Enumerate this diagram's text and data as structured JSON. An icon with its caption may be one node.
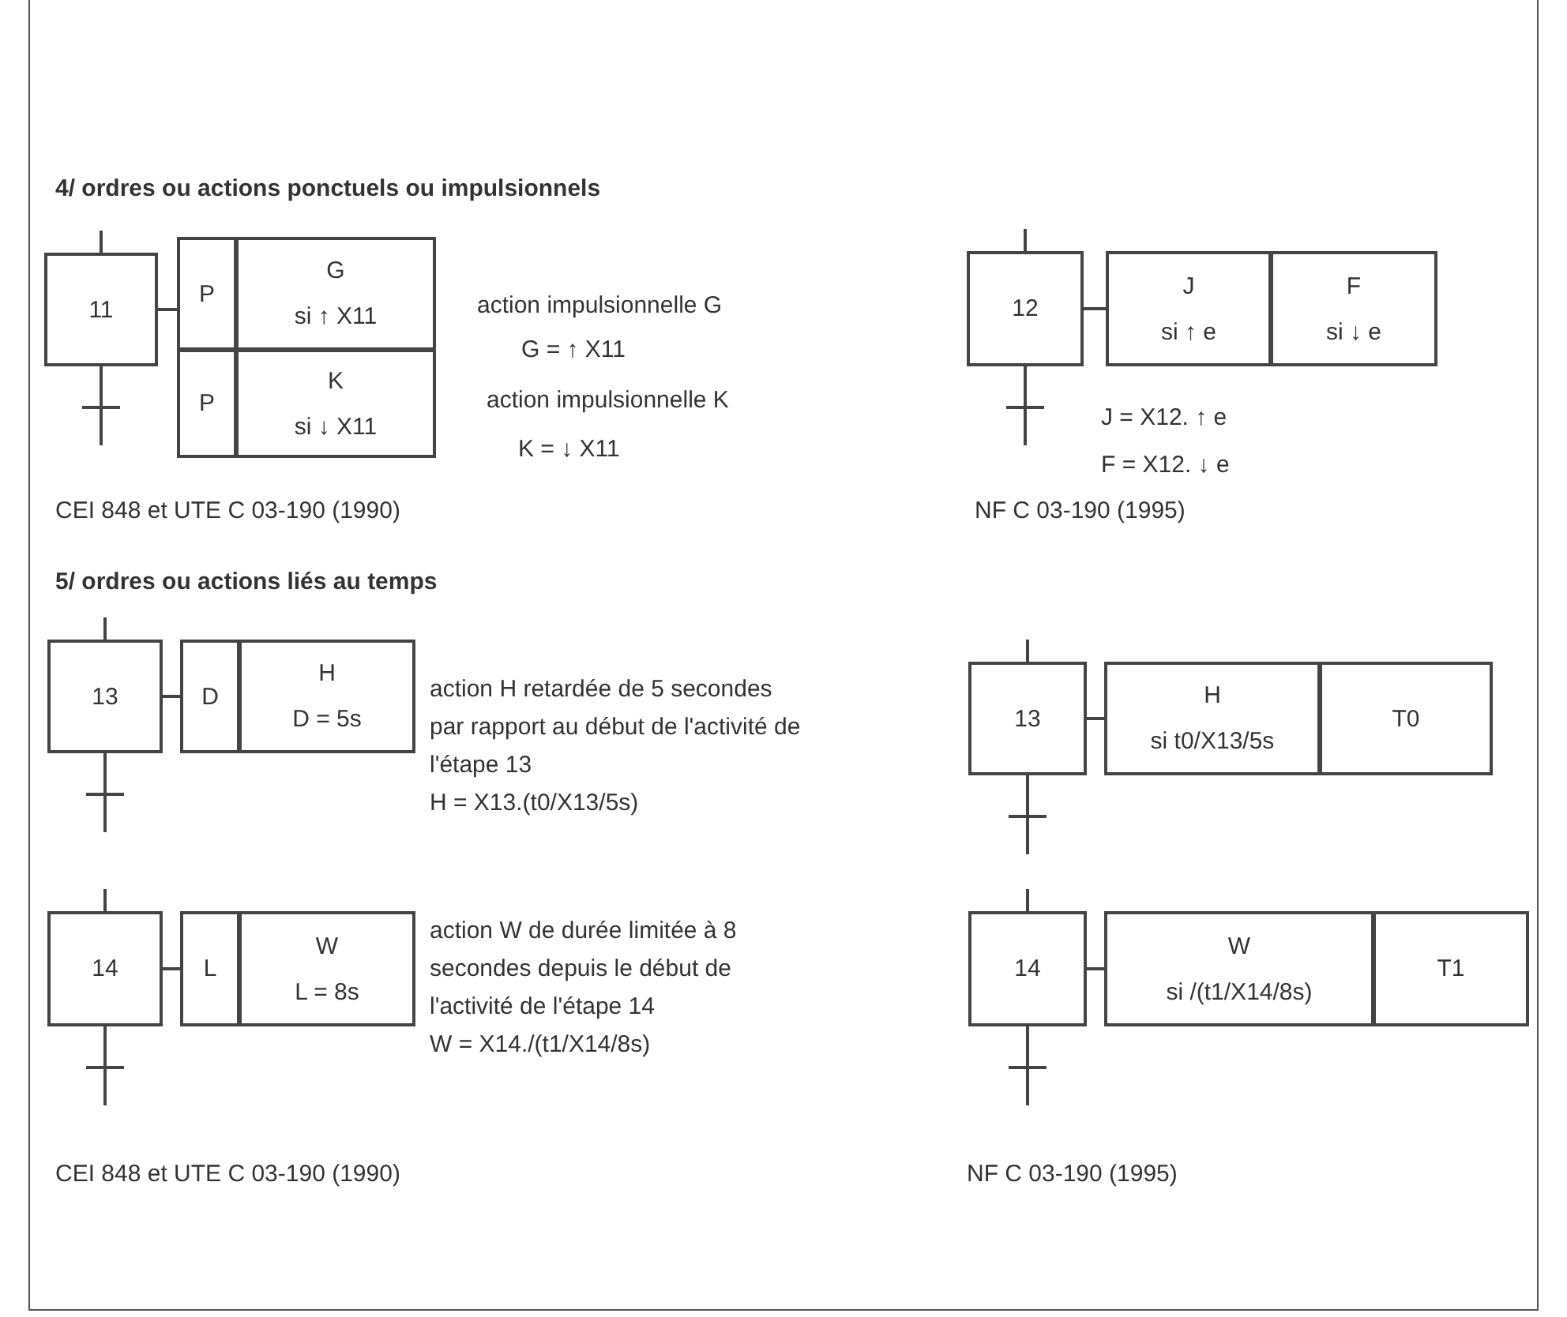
{
  "diagram": {
    "nodes": [
      {
        "text": [
          "11"
        ]
      },
      {
        "text": [
          "P"
        ]
      },
      {
        "text": [
          "G",
          "si ↑ X11"
        ]
      },
      {
        "text": [
          "P"
        ]
      },
      {
        "text": [
          "K",
          "si ↓ X11"
        ]
      },
      {
        "text": [
          "12"
        ]
      },
      {
        "text": [
          "J",
          "si ↑ e"
        ]
      },
      {
        "text": [
          "F",
          "si ↓ e"
        ]
      },
      {
        "text": [
          "13"
        ]
      },
      {
        "text": [
          "D"
        ]
      },
      {
        "text": [
          "H",
          "D = 5s"
        ]
      },
      {
        "text": [
          "14"
        ]
      },
      {
        "text": [
          "L"
        ]
      },
      {
        "text": [
          "W",
          "L = 8s"
        ]
      },
      {
        "text": [
          "13"
        ]
      },
      {
        "text": [
          "H",
          "si t0/X13/5s"
        ]
      },
      {
        "text": [
          "T0"
        ]
      },
      {
        "text": [
          "14"
        ]
      },
      {
        "text": [
          "W",
          "si /(t1/X14/8s)"
        ]
      },
      {
        "text": [
          "T1"
        ]
      }
    ],
    "edges": [
      {
        "from": null,
        "to": 0,
        "arrow": "none"
      },
      {
        "from": 0,
        "to": null,
        "arrow": "none"
      },
      {
        "from": 0,
        "to": 1,
        "arrow": "none"
      },
      {
        "from": null,
        "to": 5,
        "arrow": "none"
      },
      {
        "from": 5,
        "to": null,
        "arrow": "none"
      },
      {
        "from": 5,
        "to": 6,
        "arrow": "none"
      },
      {
        "from": null,
        "to": 8,
        "arrow": "none"
      },
      {
        "from": 8,
        "to": null,
        "arrow": "none"
      },
      {
        "from": 8,
        "to": 9,
        "arrow": "none"
      },
      {
        "from": null,
        "to": 11,
        "arrow": "none"
      },
      {
        "from": 11,
        "to": null,
        "arrow": "none"
      },
      {
        "from": 11,
        "to": 12,
        "arrow": "none"
      },
      {
        "from": null,
        "to": 14,
        "arrow": "none"
      },
      {
        "from": 14,
        "to": null,
        "arrow": "none"
      },
      {
        "from": 14,
        "to": 15,
        "arrow": "none"
      },
      {
        "from": null,
        "to": 17,
        "arrow": "none"
      },
      {
        "from": 17,
        "to": null,
        "arrow": "none"
      },
      {
        "from": 17,
        "to": 18,
        "arrow": "none"
      }
    ],
    "labels": [
      "4/ ordres ou actions ponctuels ou impulsionnels",
      "action impulsionnelle G",
      "G = ↑ X11",
      "action impulsionnelle K",
      "K = ↓ X11",
      "J = X12. ↑ e",
      "F = X12. ↓ e",
      "CEI 848 et UTE C 03-190 (1990)",
      "NF C 03-190 (1995)",
      "5/ ordres ou actions liés au temps",
      "action H retardée de 5 secondes par rapport au début de l'activité de l'étape 13",
      "H = X13.(t0/X13/5s)",
      "action W de durée limitée à 8 secondes depuis le début de l'activité de l'étape 14",
      "W = X14./(t1/X14/8s)",
      "CEI 848 et UTE C 03-190 (1990)",
      "NF C 03-190 (1995)"
    ]
  }
}
